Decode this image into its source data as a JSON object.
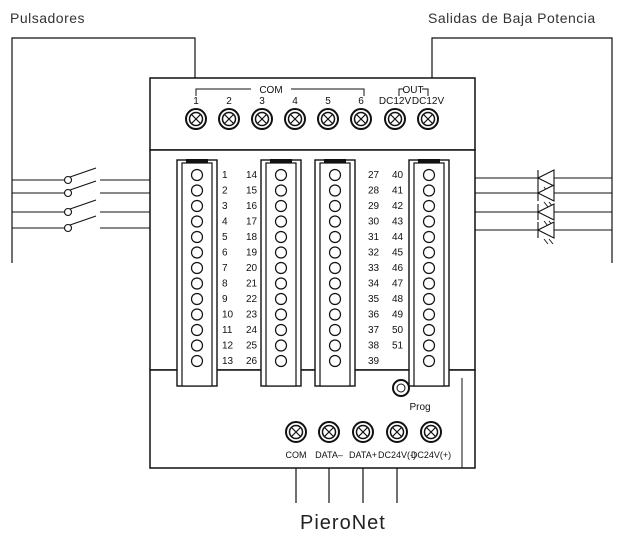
{
  "left_label": "Pulsadores",
  "right_label": "Salidas de Baja Potencia",
  "bottom_label": "PieroNet",
  "top_header": {
    "com": "COM",
    "out": "OUT",
    "terminals": [
      "1",
      "2",
      "3",
      "4",
      "5",
      "6",
      "DC12V",
      "DC12V"
    ]
  },
  "bottom_header": {
    "prog": "Prog",
    "terminals": [
      "COM",
      "DATA–",
      "DATA+",
      "DC24V(-)",
      "DC24V(+)"
    ]
  },
  "columns": [
    [
      "1",
      "2",
      "3",
      "4",
      "5",
      "6",
      "7",
      "8",
      "9",
      "10",
      "11",
      "12",
      "13"
    ],
    [
      "14",
      "15",
      "16",
      "17",
      "18",
      "19",
      "20",
      "21",
      "22",
      "23",
      "24",
      "25",
      "26"
    ],
    [
      "27",
      "28",
      "29",
      "30",
      "31",
      "32",
      "33",
      "34",
      "35",
      "36",
      "37",
      "38",
      "39"
    ],
    [
      "40",
      "41",
      "42",
      "43",
      "44",
      "45",
      "46",
      "47",
      "48",
      "49",
      "50",
      "51"
    ]
  ],
  "colors": {
    "line": "#111111",
    "panel": "#ffffff"
  }
}
